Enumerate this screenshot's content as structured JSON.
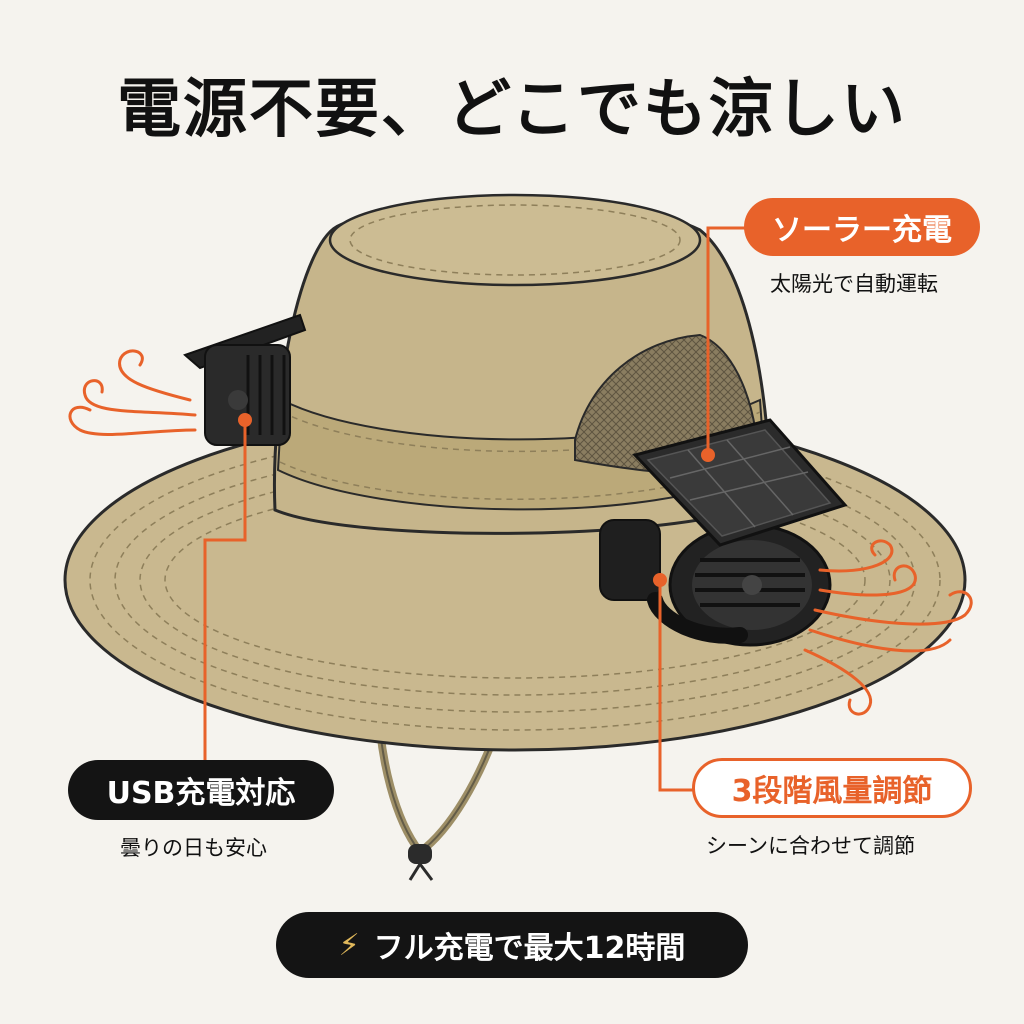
{
  "headline": "電源不要、どこでも涼しい",
  "callouts": {
    "solar": {
      "label": "ソーラー充電",
      "desc": "太陽光で自動運転"
    },
    "usb": {
      "label": "USB充電対応",
      "desc": "曇りの日も安心"
    },
    "speed": {
      "label": "3段階風量調節",
      "desc": "シーンに合わせて調節"
    }
  },
  "battery": {
    "icon": "lightning-bolt-icon",
    "text": "フル充電で最大12時間"
  },
  "colors": {
    "accent": "#e8622a",
    "dark": "#141414",
    "hat": "#c9b88f",
    "background": "#f5f3ee"
  }
}
